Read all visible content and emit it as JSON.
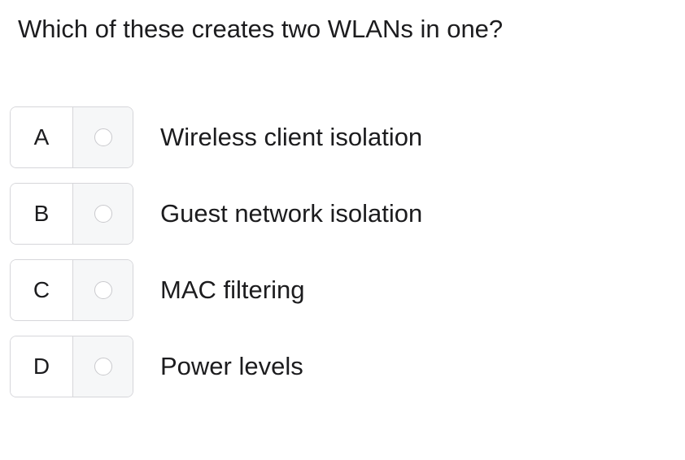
{
  "question": {
    "text": "Which of these creates two WLANs in one?"
  },
  "options": [
    {
      "letter": "A",
      "text": "Wireless client isolation",
      "selected": false
    },
    {
      "letter": "B",
      "text": "Guest network isolation",
      "selected": false
    },
    {
      "letter": "C",
      "text": "MAC filtering",
      "selected": false
    },
    {
      "letter": "D",
      "text": "Power levels",
      "selected": false
    }
  ]
}
